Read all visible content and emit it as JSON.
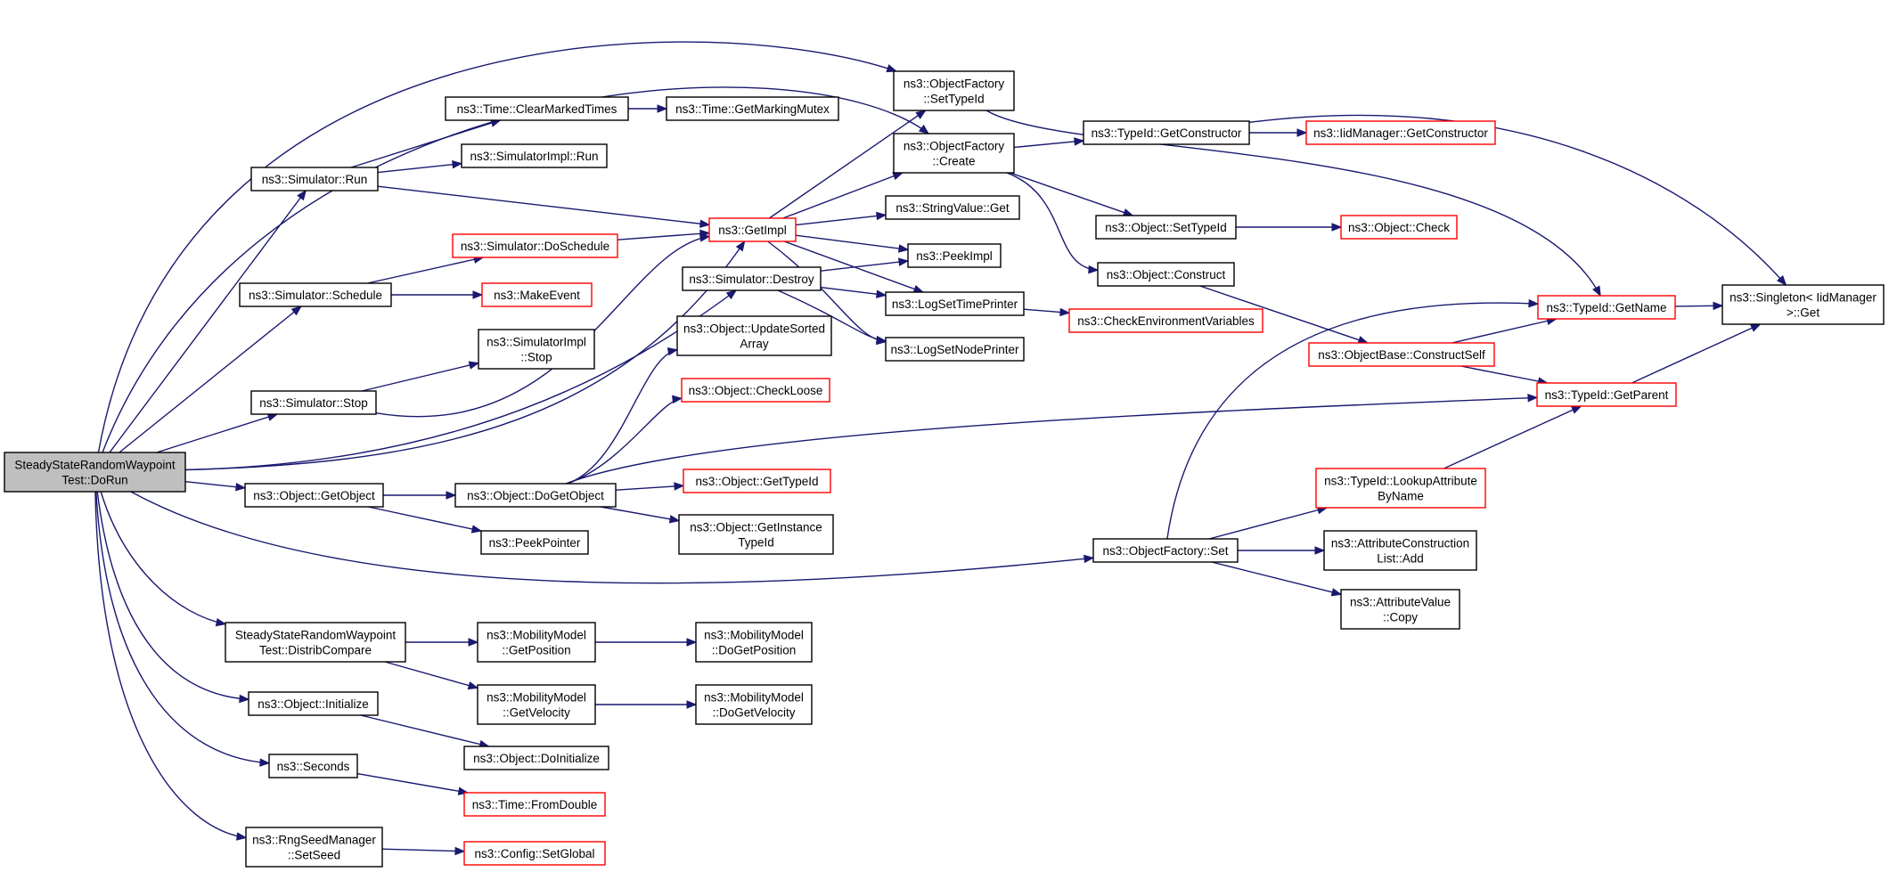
{
  "graph": {
    "nodes": [
      {
        "id": "root",
        "lines": [
          "SteadyStateRandomWaypoint",
          "Test::DoRun"
        ],
        "truncated": false,
        "root": true
      },
      {
        "id": "ofSetTypeId",
        "lines": [
          "ns3::ObjectFactory",
          "::SetTypeId"
        ],
        "truncated": false
      },
      {
        "id": "ofCreate",
        "lines": [
          "ns3::ObjectFactory",
          "::Create"
        ],
        "truncated": false
      },
      {
        "id": "clearMarked",
        "lines": [
          "ns3::Time::ClearMarkedTimes"
        ],
        "truncated": false
      },
      {
        "id": "getMarkingMutex",
        "lines": [
          "ns3::Time::GetMarkingMutex"
        ],
        "truncated": false
      },
      {
        "id": "simImplRun",
        "lines": [
          "ns3::SimulatorImpl::Run"
        ],
        "truncated": false
      },
      {
        "id": "simRun",
        "lines": [
          "ns3::Simulator::Run"
        ],
        "truncated": false
      },
      {
        "id": "getImpl",
        "lines": [
          "ns3::GetImpl"
        ],
        "truncated": true
      },
      {
        "id": "doSchedule",
        "lines": [
          "ns3::Simulator::DoSchedule"
        ],
        "truncated": true
      },
      {
        "id": "schedule",
        "lines": [
          "ns3::Simulator::Schedule"
        ],
        "truncated": false
      },
      {
        "id": "makeEvent",
        "lines": [
          "ns3::MakeEvent"
        ],
        "truncated": true
      },
      {
        "id": "simImplStop",
        "lines": [
          "ns3::SimulatorImpl",
          "::Stop"
        ],
        "truncated": false
      },
      {
        "id": "simStop",
        "lines": [
          "ns3::Simulator::Stop"
        ],
        "truncated": false
      },
      {
        "id": "stringValueGet",
        "lines": [
          "ns3::StringValue::Get"
        ],
        "truncated": false
      },
      {
        "id": "simDestroy",
        "lines": [
          "ns3::Simulator::Destroy"
        ],
        "truncated": false
      },
      {
        "id": "peekImpl",
        "lines": [
          "ns3::PeekImpl"
        ],
        "truncated": false
      },
      {
        "id": "logSetTime",
        "lines": [
          "ns3::LogSetTimePrinter"
        ],
        "truncated": false
      },
      {
        "id": "logSetNode",
        "lines": [
          "ns3::LogSetNodePrinter"
        ],
        "truncated": false
      },
      {
        "id": "checkEnv",
        "lines": [
          "ns3::CheckEnvironmentVariables"
        ],
        "truncated": true
      },
      {
        "id": "updateSorted",
        "lines": [
          "ns3::Object::UpdateSorted",
          "Array"
        ],
        "truncated": false
      },
      {
        "id": "checkLoose",
        "lines": [
          "ns3::Object::CheckLoose"
        ],
        "truncated": true
      },
      {
        "id": "getObject",
        "lines": [
          "ns3::Object::GetObject"
        ],
        "truncated": false
      },
      {
        "id": "doGetObject",
        "lines": [
          "ns3::Object::DoGetObject"
        ],
        "truncated": false
      },
      {
        "id": "getTypeId",
        "lines": [
          "ns3::Object::GetTypeId"
        ],
        "truncated": true
      },
      {
        "id": "getInstanceTypeId",
        "lines": [
          "ns3::Object::GetInstance",
          "TypeId"
        ],
        "truncated": false
      },
      {
        "id": "peekPointer",
        "lines": [
          "ns3::PeekPointer"
        ],
        "truncated": false
      },
      {
        "id": "typeIdGetConstructor",
        "lines": [
          "ns3::TypeId::GetConstructor"
        ],
        "truncated": false
      },
      {
        "id": "iidGetConstructor",
        "lines": [
          "ns3::IidManager::GetConstructor"
        ],
        "truncated": true
      },
      {
        "id": "objSetTypeId",
        "lines": [
          "ns3::Object::SetTypeId"
        ],
        "truncated": false
      },
      {
        "id": "objCheck",
        "lines": [
          "ns3::Object::Check"
        ],
        "truncated": true
      },
      {
        "id": "objConstruct",
        "lines": [
          "ns3::Object::Construct"
        ],
        "truncated": false
      },
      {
        "id": "constructSelf",
        "lines": [
          "ns3::ObjectBase::ConstructSelf"
        ],
        "truncated": true
      },
      {
        "id": "typeIdGetName",
        "lines": [
          "ns3::TypeId::GetName"
        ],
        "truncated": true
      },
      {
        "id": "singletonGet",
        "lines": [
          "ns3::Singleton< IidManager",
          ">::Get"
        ],
        "truncated": false
      },
      {
        "id": "typeIdGetParent",
        "lines": [
          "ns3::TypeId::GetParent"
        ],
        "truncated": true
      },
      {
        "id": "lookupAttr",
        "lines": [
          "ns3::TypeId::LookupAttribute",
          "ByName"
        ],
        "truncated": true
      },
      {
        "id": "ofSet",
        "lines": [
          "ns3::ObjectFactory::Set"
        ],
        "truncated": false
      },
      {
        "id": "attrConsAdd",
        "lines": [
          "ns3::AttributeConstruction",
          "List::Add"
        ],
        "truncated": false
      },
      {
        "id": "attrValCopy",
        "lines": [
          "ns3::AttributeValue",
          "::Copy"
        ],
        "truncated": false
      },
      {
        "id": "distribCompare",
        "lines": [
          "SteadyStateRandomWaypoint",
          "Test::DistribCompare"
        ],
        "truncated": false
      },
      {
        "id": "mmGetPosition",
        "lines": [
          "ns3::MobilityModel",
          "::GetPosition"
        ],
        "truncated": false
      },
      {
        "id": "mmDoGetPosition",
        "lines": [
          "ns3::MobilityModel",
          "::DoGetPosition"
        ],
        "truncated": false
      },
      {
        "id": "mmGetVelocity",
        "lines": [
          "ns3::MobilityModel",
          "::GetVelocity"
        ],
        "truncated": false
      },
      {
        "id": "mmDoGetVelocity",
        "lines": [
          "ns3::MobilityModel",
          "::DoGetVelocity"
        ],
        "truncated": false
      },
      {
        "id": "objInitialize",
        "lines": [
          "ns3::Object::Initialize"
        ],
        "truncated": false
      },
      {
        "id": "objDoInitialize",
        "lines": [
          "ns3::Object::DoInitialize"
        ],
        "truncated": false
      },
      {
        "id": "seconds",
        "lines": [
          "ns3::Seconds"
        ],
        "truncated": false
      },
      {
        "id": "fromDouble",
        "lines": [
          "ns3::Time::FromDouble"
        ],
        "truncated": true
      },
      {
        "id": "rngSetSeed",
        "lines": [
          "ns3::RngSeedManager",
          "::SetSeed"
        ],
        "truncated": false
      },
      {
        "id": "configSetGlobal",
        "lines": [
          "ns3::Config::SetGlobal"
        ],
        "truncated": true
      }
    ],
    "edges": [
      [
        "root",
        "ofSetTypeId"
      ],
      [
        "root",
        "ofCreate"
      ],
      [
        "root",
        "simRun"
      ],
      [
        "root",
        "schedule"
      ],
      [
        "root",
        "simStop"
      ],
      [
        "root",
        "getImpl"
      ],
      [
        "root",
        "simDestroy"
      ],
      [
        "root",
        "getObject"
      ],
      [
        "root",
        "ofSet"
      ],
      [
        "root",
        "distribCompare"
      ],
      [
        "root",
        "objInitialize"
      ],
      [
        "root",
        "seconds"
      ],
      [
        "root",
        "rngSetSeed"
      ],
      [
        "simRun",
        "clearMarked"
      ],
      [
        "simRun",
        "simImplRun"
      ],
      [
        "simRun",
        "getImpl"
      ],
      [
        "clearMarked",
        "getMarkingMutex"
      ],
      [
        "schedule",
        "doSchedule"
      ],
      [
        "schedule",
        "makeEvent"
      ],
      [
        "doSchedule",
        "getImpl"
      ],
      [
        "simStop",
        "simImplStop"
      ],
      [
        "simStop",
        "getImpl"
      ],
      [
        "getImpl",
        "ofSetTypeId"
      ],
      [
        "getImpl",
        "ofCreate"
      ],
      [
        "getImpl",
        "stringValueGet"
      ],
      [
        "getImpl",
        "peekImpl"
      ],
      [
        "getImpl",
        "logSetTime"
      ],
      [
        "getImpl",
        "logSetNode"
      ],
      [
        "simDestroy",
        "peekImpl"
      ],
      [
        "simDestroy",
        "logSetTime"
      ],
      [
        "simDestroy",
        "logSetNode"
      ],
      [
        "logSetTime",
        "checkEnv"
      ],
      [
        "ofSetTypeId",
        "typeIdGetName"
      ],
      [
        "ofCreate",
        "typeIdGetConstructor"
      ],
      [
        "ofCreate",
        "objSetTypeId"
      ],
      [
        "ofCreate",
        "objConstruct"
      ],
      [
        "typeIdGetConstructor",
        "iidGetConstructor"
      ],
      [
        "typeIdGetConstructor",
        "singletonGet"
      ],
      [
        "objSetTypeId",
        "objCheck"
      ],
      [
        "objConstruct",
        "constructSelf"
      ],
      [
        "constructSelf",
        "typeIdGetName"
      ],
      [
        "constructSelf",
        "typeIdGetParent"
      ],
      [
        "typeIdGetName",
        "singletonGet"
      ],
      [
        "typeIdGetParent",
        "singletonGet"
      ],
      [
        "getObject",
        "doGetObject"
      ],
      [
        "getObject",
        "peekPointer"
      ],
      [
        "doGetObject",
        "updateSorted"
      ],
      [
        "doGetObject",
        "checkLoose"
      ],
      [
        "doGetObject",
        "getTypeId"
      ],
      [
        "doGetObject",
        "getInstanceTypeId"
      ],
      [
        "doGetObject",
        "typeIdGetParent"
      ],
      [
        "ofSet",
        "typeIdGetName"
      ],
      [
        "ofSet",
        "lookupAttr"
      ],
      [
        "ofSet",
        "attrConsAdd"
      ],
      [
        "ofSet",
        "attrValCopy"
      ],
      [
        "lookupAttr",
        "typeIdGetParent"
      ],
      [
        "distribCompare",
        "mmGetPosition"
      ],
      [
        "distribCompare",
        "mmGetVelocity"
      ],
      [
        "mmGetPosition",
        "mmDoGetPosition"
      ],
      [
        "mmGetVelocity",
        "mmDoGetVelocity"
      ],
      [
        "objInitialize",
        "objDoInitialize"
      ],
      [
        "seconds",
        "fromDouble"
      ],
      [
        "rngSetSeed",
        "configSetGlobal"
      ]
    ],
    "colors": {
      "edge": "#191970",
      "node_border": "#000000",
      "truncated_border": "#ff0000",
      "root_fill": "#bfbfbf",
      "node_fill": "#ffffff"
    }
  }
}
